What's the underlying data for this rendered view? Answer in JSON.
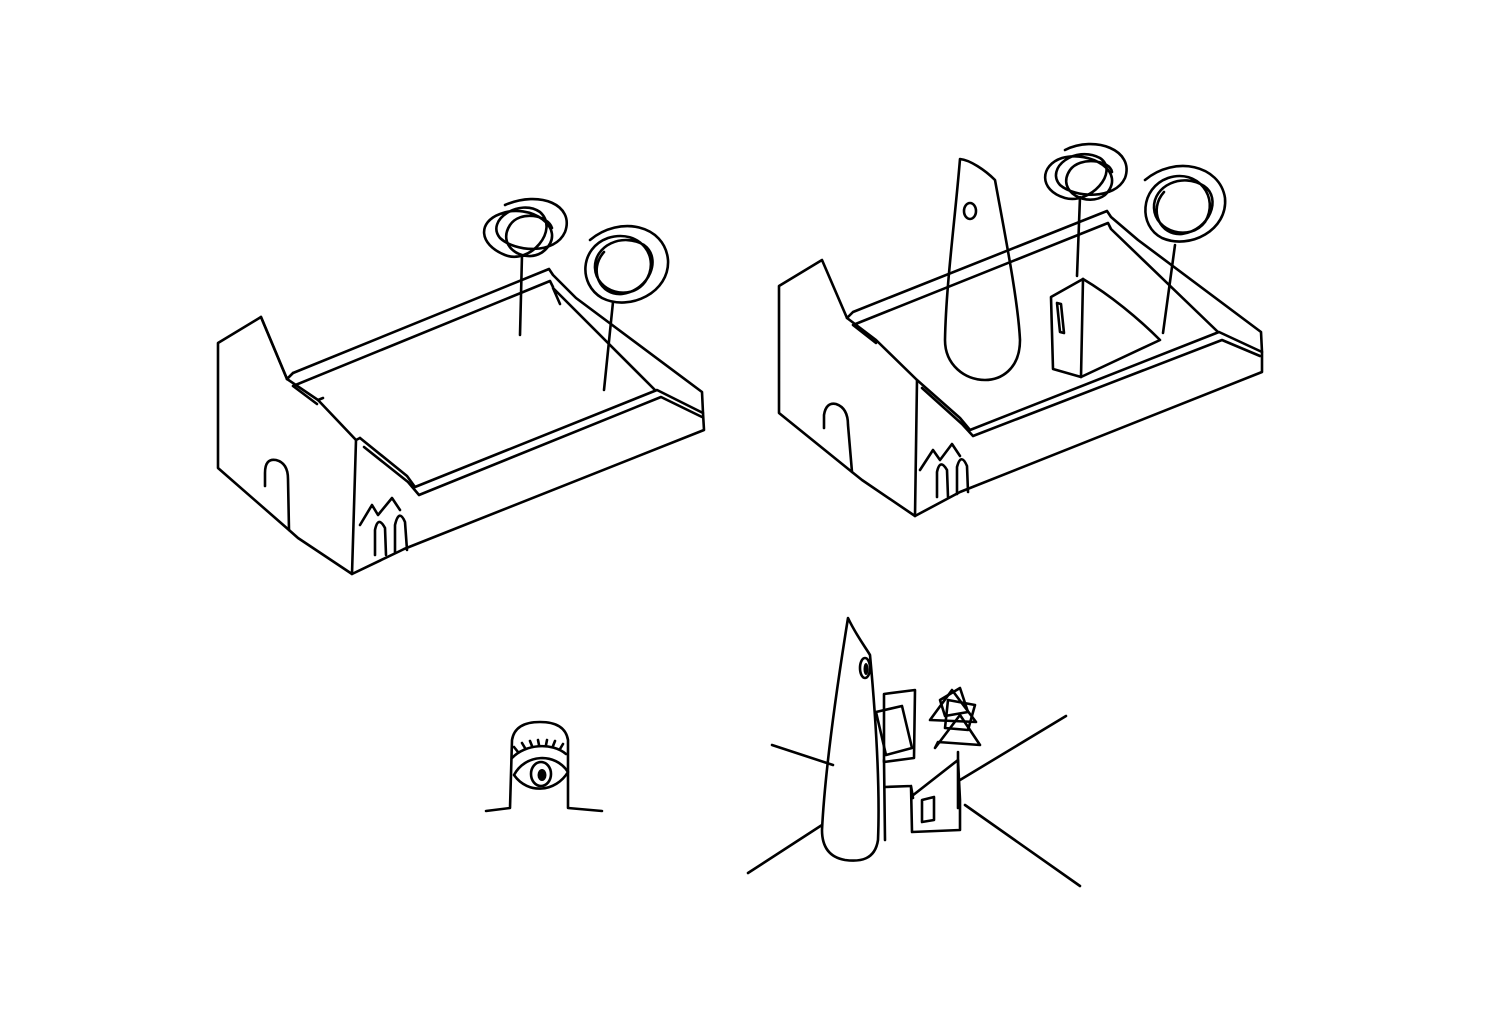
{
  "style": {
    "background": "#ffffff",
    "ink": "#000000"
  },
  "sketches": [
    {
      "id": "empty-courtyard",
      "elements": [
        "gable-wall",
        "arched-door",
        "twin-arches",
        "open-courtyard-walls",
        "scribble-tree",
        "scribble-tree"
      ]
    },
    {
      "id": "courtyard-with-objects",
      "elements": [
        "gable-wall",
        "arched-door",
        "twin-arches",
        "open-courtyard-walls",
        "tall-tapered-tower",
        "tent-pavilion",
        "scribble-tree",
        "scribble-tree"
      ]
    },
    {
      "id": "eye-in-arch",
      "elements": [
        "arch-frame",
        "eye",
        "horizon-line"
      ]
    },
    {
      "id": "eye-level-view",
      "elements": [
        "tall-tapered-tower",
        "small-pavilion",
        "scribble-tree",
        "floating-panels",
        "perspective-lines"
      ]
    }
  ]
}
